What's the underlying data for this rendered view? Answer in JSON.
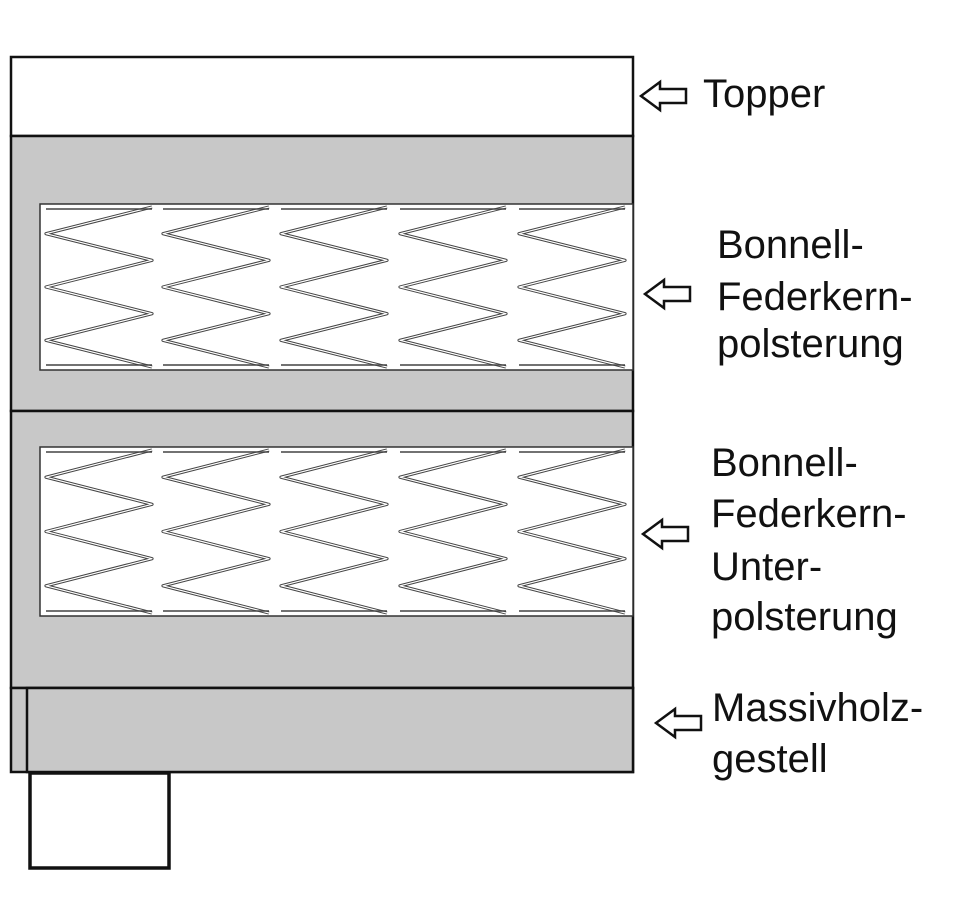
{
  "layers": [
    {
      "id": "topper",
      "lines": [
        "Topper"
      ]
    },
    {
      "id": "upper-spring",
      "lines": [
        "Bonnell-",
        "Federkern-",
        "polsterung"
      ]
    },
    {
      "id": "lower-spring",
      "lines": [
        "Bonnell-",
        "Federkern-",
        "Unter-",
        "polsterung"
      ]
    },
    {
      "id": "frame",
      "lines": [
        "Massivholz-",
        "gestell"
      ]
    }
  ],
  "colors": {
    "padding": "#c8c8c8",
    "outline": "#111111",
    "spring_fill": "#ffffff",
    "spring_stroke": "#444444"
  }
}
